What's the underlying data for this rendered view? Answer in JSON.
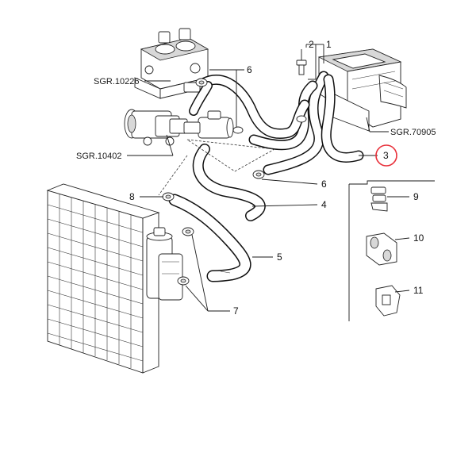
{
  "references": {
    "sgr_10226": "SGR.10226",
    "sgr_10402": "SGR.10402",
    "sgr_70905": "SGR.70905"
  },
  "callouts": {
    "n1": "1",
    "n2": "2",
    "n3": "3",
    "n4": "4",
    "n5": "5",
    "n6a": "6",
    "n6b": "6",
    "n7": "7",
    "n8": "8",
    "n9": "9",
    "n10": "10",
    "n11": "11"
  },
  "colors": {
    "highlight_circle": "#e8303a",
    "line": "#1a1a1a",
    "background": "#ffffff"
  }
}
